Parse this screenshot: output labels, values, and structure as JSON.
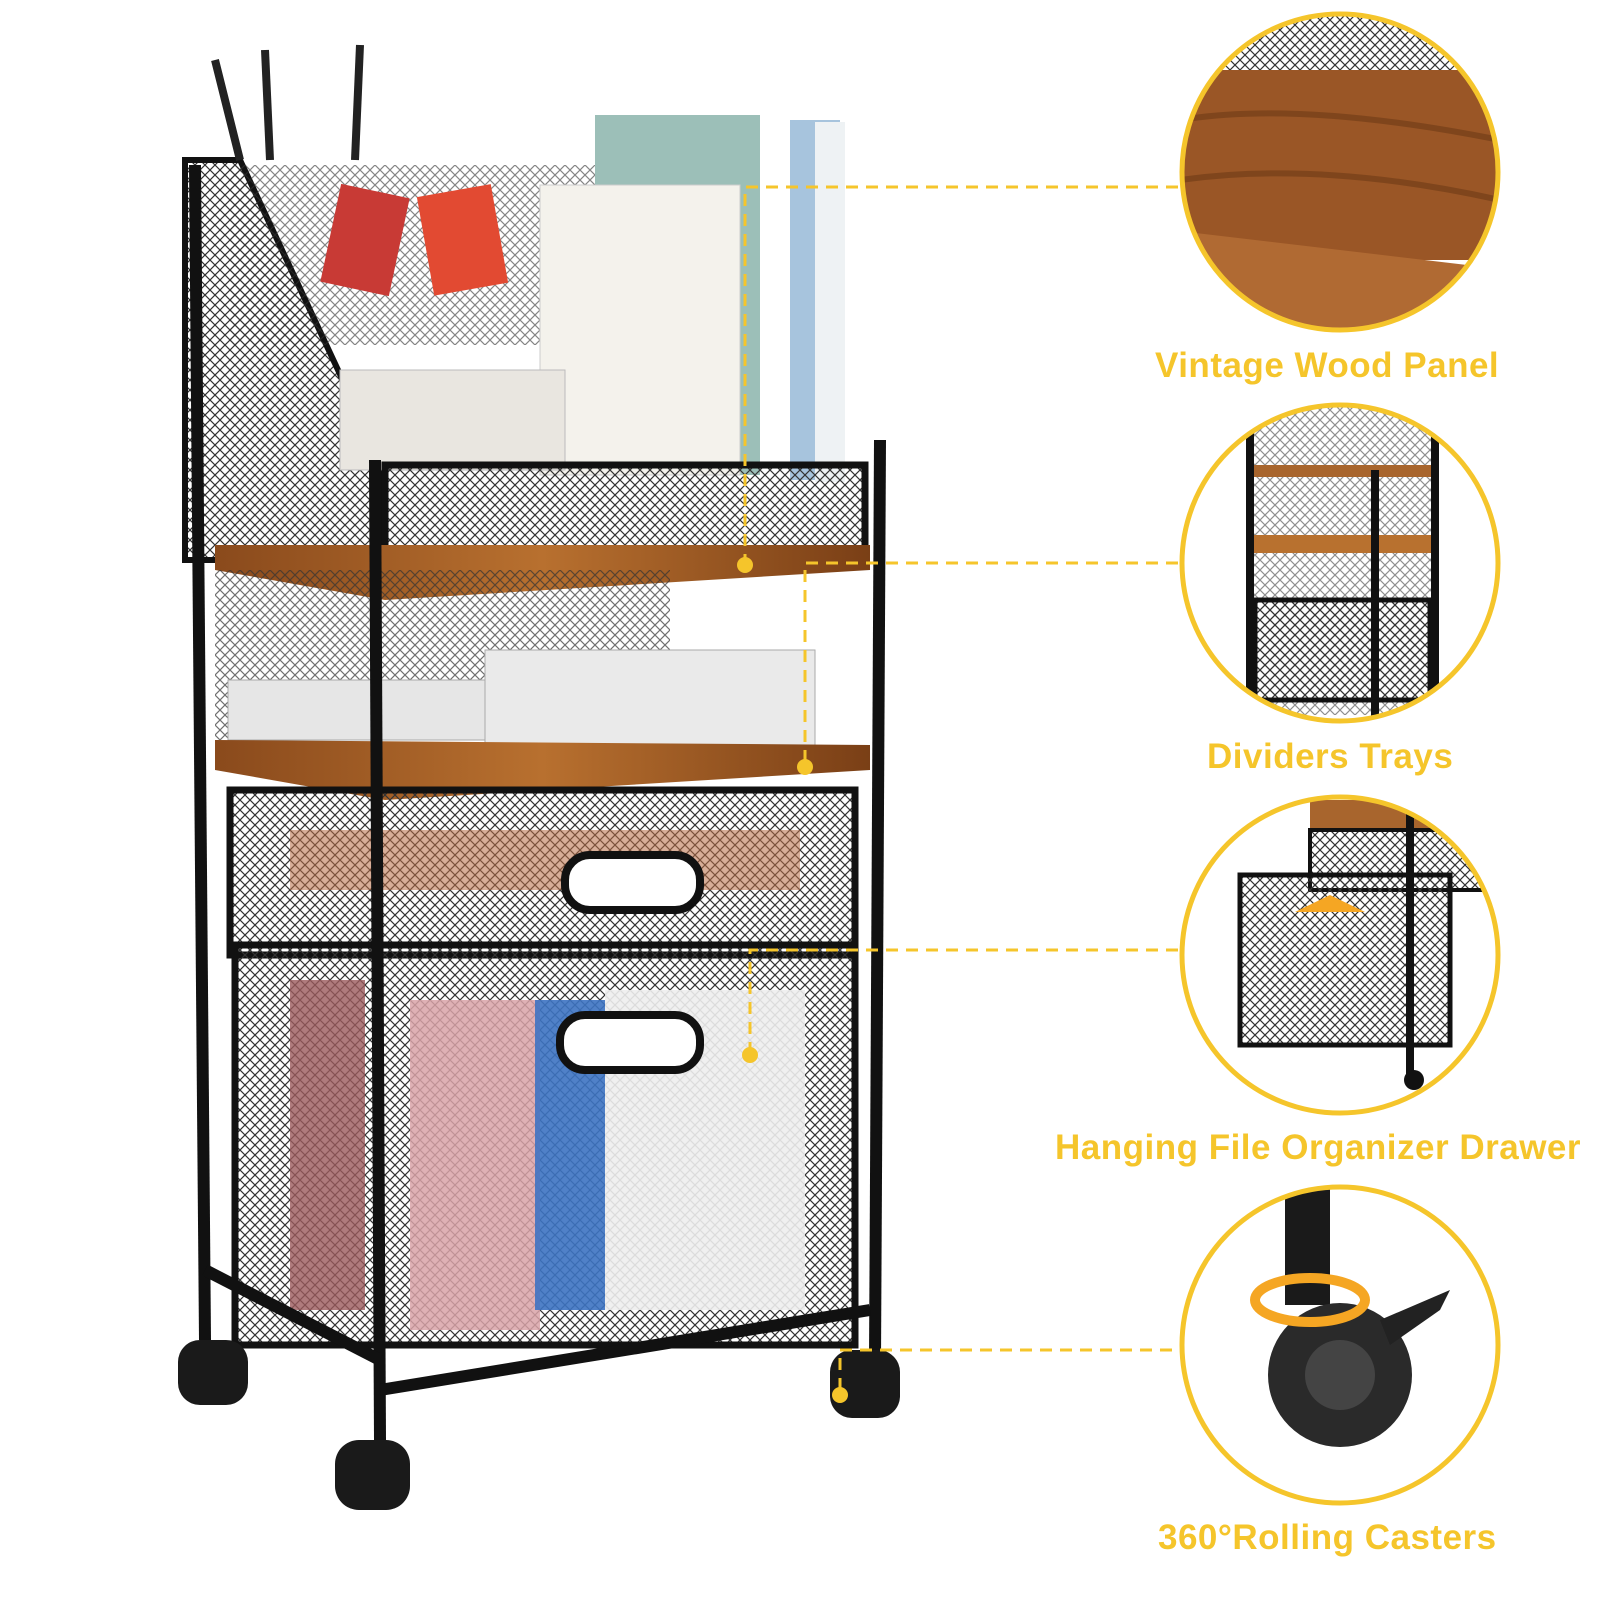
{
  "accent_color": "#F5C52B",
  "features": [
    {
      "label": "Vintage Wood Panel",
      "icon": "wood-panel-closeup"
    },
    {
      "label": "Dividers Trays",
      "icon": "divider-trays-closeup"
    },
    {
      "label": "Hanging File Organizer Drawer",
      "icon": "file-drawer-closeup"
    },
    {
      "label": "360°Rolling Casters",
      "icon": "caster-wheel-closeup"
    }
  ]
}
